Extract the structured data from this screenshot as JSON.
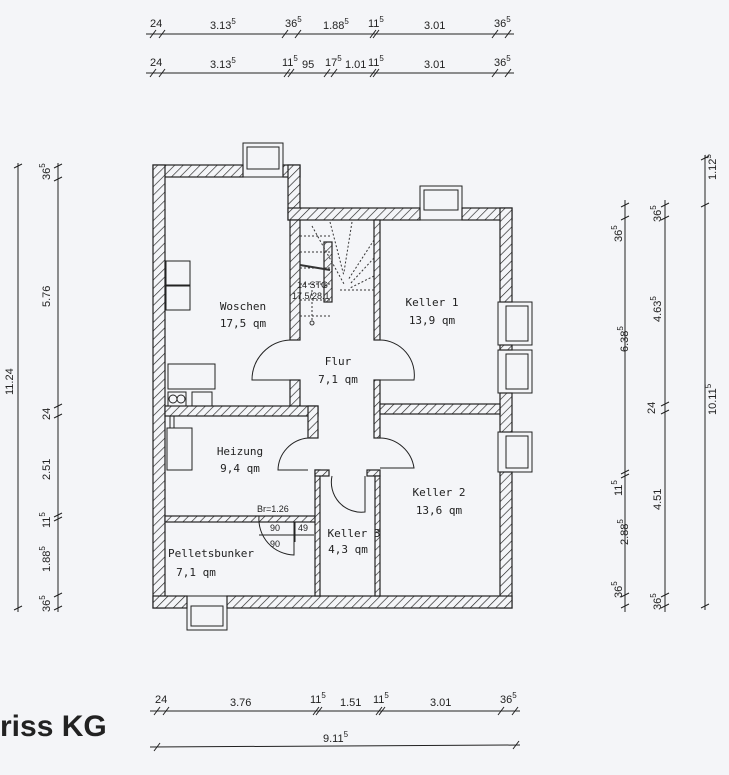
{
  "title": "riss KG",
  "rooms": {
    "woschen": {
      "name": "Woschen",
      "area": "17,5 qm"
    },
    "flur": {
      "name": "Flur",
      "area": "7,1 qm"
    },
    "keller1": {
      "name": "Keller  1",
      "area": "13,9 qm"
    },
    "keller2": {
      "name": "Keller  2",
      "area": "13,6 qm"
    },
    "keller3": {
      "name": "Keller  3",
      "area": "4,3 qm"
    },
    "heizung": {
      "name": "Heizung",
      "area": "9,4 qm"
    },
    "pellets": {
      "name": "Pelletsbunker",
      "area": "7,1 qm"
    }
  },
  "stair": {
    "steps": "14  STG",
    "ratio": "17.5/28.1"
  },
  "annotations": {
    "br": "Br=1.26",
    "d1": "90",
    "d2": "90",
    "d3": "49"
  },
  "dims": {
    "top1": [
      {
        "m": "24",
        "s": ""
      },
      {
        "m": "3.13",
        "s": "5"
      },
      {
        "m": "36",
        "s": "5"
      },
      {
        "m": "1.88",
        "s": "5"
      },
      {
        "m": "11",
        "s": "5"
      },
      {
        "m": "3.01",
        "s": ""
      },
      {
        "m": "36",
        "s": "5"
      }
    ],
    "top2": [
      {
        "m": "24",
        "s": ""
      },
      {
        "m": "3.13",
        "s": "5"
      },
      {
        "m": "11",
        "s": "5"
      },
      {
        "m": "95",
        "s": ""
      },
      {
        "m": "17",
        "s": "5"
      },
      {
        "m": "1.01",
        "s": ""
      },
      {
        "m": "11",
        "s": "5"
      },
      {
        "m": "3.01",
        "s": ""
      },
      {
        "m": "36",
        "s": "5"
      }
    ],
    "bottom1": [
      {
        "m": "24",
        "s": ""
      },
      {
        "m": "3.76",
        "s": ""
      },
      {
        "m": "11",
        "s": "5"
      },
      {
        "m": "1.51",
        "s": ""
      },
      {
        "m": "11",
        "s": "5"
      },
      {
        "m": "3.01",
        "s": ""
      },
      {
        "m": "36",
        "s": "5"
      }
    ],
    "bottom2": [
      {
        "m": "9.11",
        "s": "5"
      }
    ],
    "left_total": [
      {
        "m": "11.24",
        "s": ""
      }
    ],
    "left": [
      {
        "m": "36",
        "s": "5"
      },
      {
        "m": "5.76",
        "s": ""
      },
      {
        "m": "24",
        "s": ""
      },
      {
        "m": "2.51",
        "s": ""
      },
      {
        "m": "11",
        "s": "5"
      },
      {
        "m": "1.88",
        "s": "5"
      },
      {
        "m": "36",
        "s": "5"
      }
    ],
    "right1": [
      {
        "m": "36",
        "s": "5"
      },
      {
        "m": "6.38",
        "s": "5"
      },
      {
        "m": "11",
        "s": "5"
      },
      {
        "m": "2.88",
        "s": "5"
      },
      {
        "m": "36",
        "s": "5"
      }
    ],
    "right2": [
      {
        "m": "36",
        "s": "5"
      },
      {
        "m": "4.63",
        "s": "5"
      },
      {
        "m": "24",
        "s": ""
      },
      {
        "m": "4.51",
        "s": ""
      },
      {
        "m": "36",
        "s": "5"
      }
    ],
    "right3": [
      {
        "m": "1.12",
        "s": "5"
      },
      {
        "m": "10.11",
        "s": "5"
      }
    ]
  }
}
